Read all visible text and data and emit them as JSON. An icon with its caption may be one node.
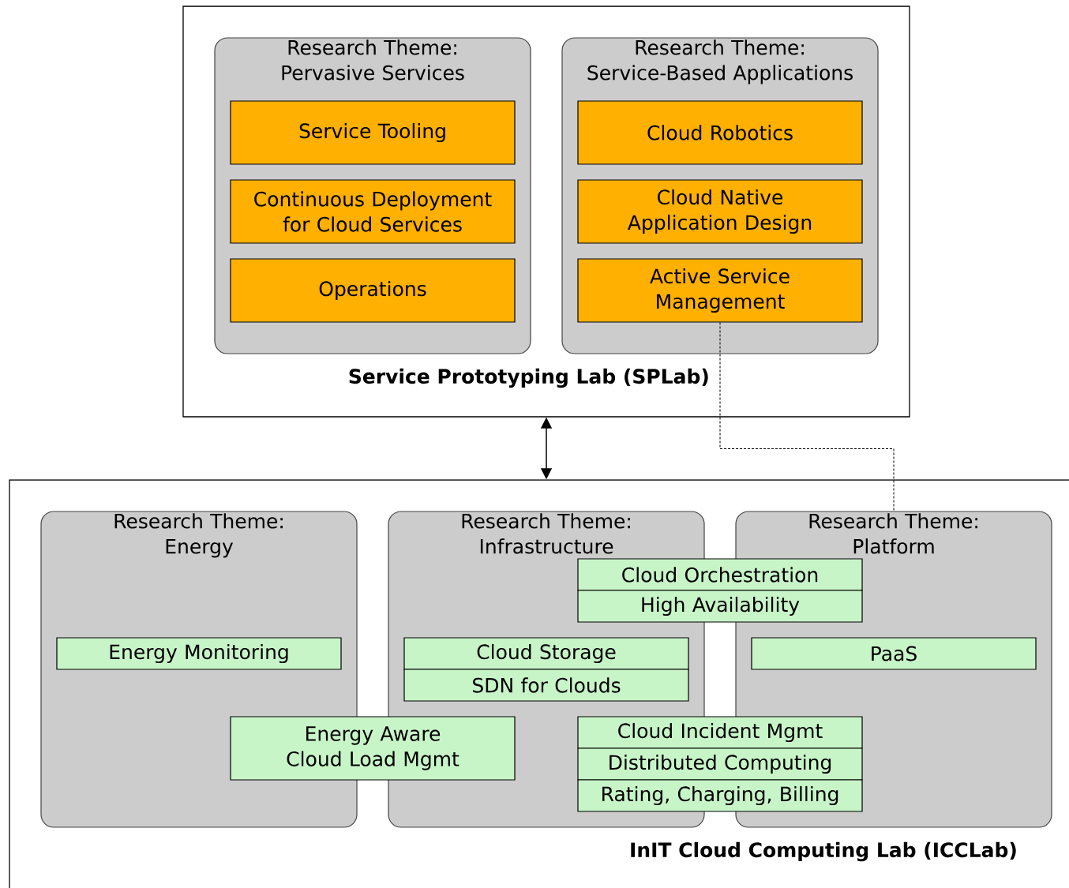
{
  "diagram": {
    "nodes": [
      {
        "text": [
          "Service Prototyping Lab (SPLab)"
        ]
      },
      {
        "text": [
          "Research Theme:",
          "Pervasive Services"
        ],
        "in": 0
      },
      {
        "text": [
          "Service Tooling"
        ],
        "in": 1
      },
      {
        "text": [
          "Continuous Deployment for Cloud Services"
        ],
        "in": 1
      },
      {
        "text": [
          "Operations"
        ],
        "in": 1
      },
      {
        "text": [
          "Research Theme:",
          "Service-Based Applications"
        ],
        "in": 0
      },
      {
        "text": [
          "Cloud Robotics"
        ],
        "in": 5
      },
      {
        "text": [
          "Cloud Native Application Design"
        ],
        "in": 5
      },
      {
        "text": [
          "Active Service Management"
        ],
        "in": 5
      },
      {
        "text": [
          "InIT Cloud Computing Lab (ICCLab)"
        ]
      },
      {
        "text": [
          "Research Theme:",
          "Energy"
        ],
        "in": 9
      },
      {
        "text": [
          "Research Theme:",
          "Infrastructure"
        ],
        "in": 9
      },
      {
        "text": [
          "Research Theme:",
          "Platform"
        ],
        "in": 9
      },
      {
        "text": [
          "Energy Monitoring"
        ],
        "in": 10
      },
      {
        "text": [
          "Cloud Orchestration"
        ],
        "in": 9
      },
      {
        "text": [
          "High Availability"
        ],
        "in": 9
      },
      {
        "text": [
          "Cloud Storage"
        ],
        "in": 11
      },
      {
        "text": [
          "SDN for Clouds"
        ],
        "in": 11
      },
      {
        "text": [
          "PaaS"
        ],
        "in": 12
      },
      {
        "text": [
          "Energy Aware Cloud Load Mgmt"
        ],
        "in": 9
      },
      {
        "text": [
          "Cloud Incident Mgmt"
        ],
        "in": 9
      },
      {
        "text": [
          "Distributed Computing"
        ],
        "in": 9
      },
      {
        "text": [
          "Rating, Charging, Billing"
        ],
        "in": 9
      }
    ],
    "edges": [
      {
        "from": 0,
        "to": 9,
        "arrow": "both"
      },
      {
        "from": 8,
        "to": 12,
        "arrow": "none",
        "style": "dashed"
      }
    ]
  }
}
